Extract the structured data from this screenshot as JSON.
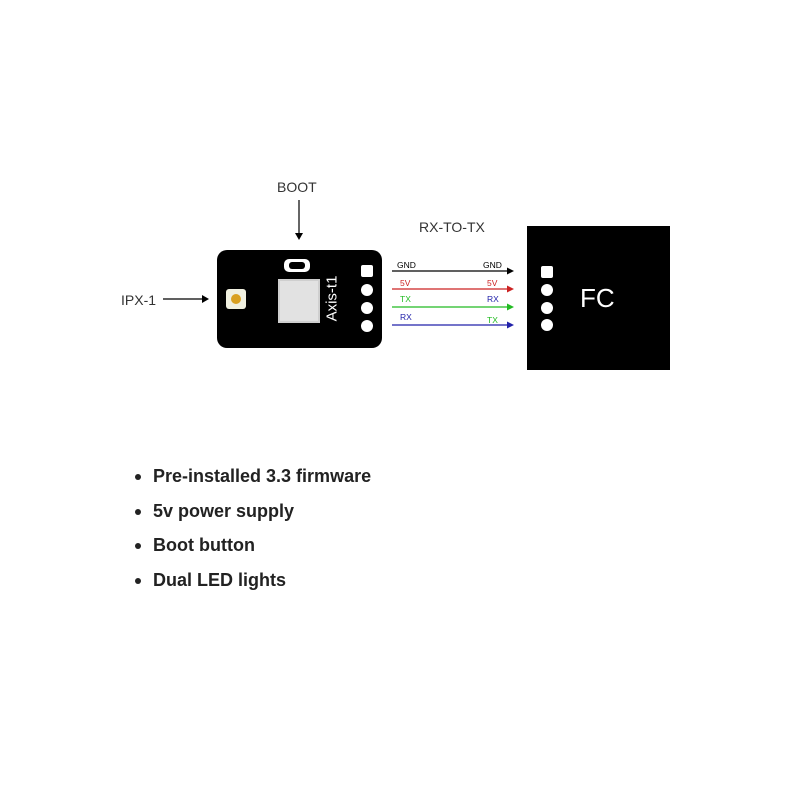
{
  "diagram": {
    "labels": {
      "boot": "BOOT",
      "ipx": "IPX-1",
      "rx_to_tx": "RX-TO-TX",
      "module_name": "Axis-t1",
      "fc": "FC"
    },
    "wires": [
      {
        "left": "GND",
        "right": "GND",
        "color": "#000000"
      },
      {
        "left": "5V",
        "right": "5V",
        "color": "#cc2222"
      },
      {
        "left": "TX",
        "right": "RX",
        "color": "#22bb22"
      },
      {
        "left": "RX",
        "right": "TX",
        "color": "#2222aa"
      }
    ]
  },
  "features": [
    "Pre-installed 3.3 firmware",
    "5v power supply",
    "Boot button",
    "Dual LED lights"
  ]
}
